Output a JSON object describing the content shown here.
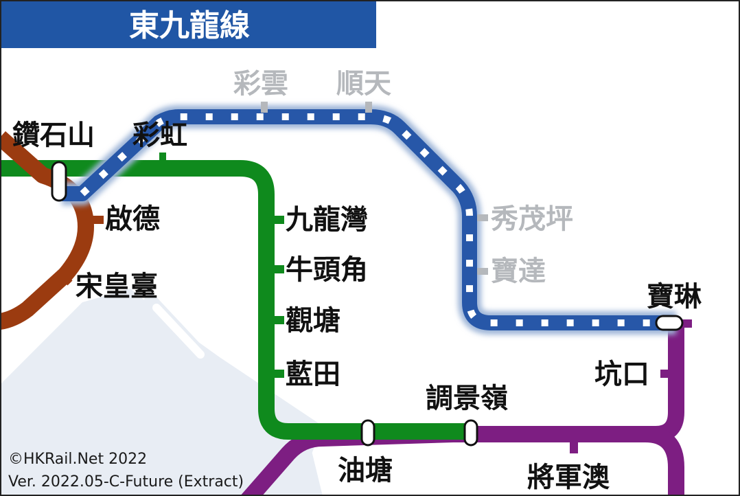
{
  "title": "東九龍線",
  "colors": {
    "title_bg": "#2056a5",
    "east_kowloon_line": "#2757a8",
    "kwun_tong_line": "#0f8a1d",
    "tseung_kwan_o_line": "#7d1e82",
    "tuen_ma_line": "#9b3b10",
    "future_station_label": "#b5b8bc",
    "water": "#e8edf4"
  },
  "stations": {
    "diamond_hill": "鑽石山",
    "choi_hung": "彩虹",
    "choi_wan": "彩雲",
    "shun_tin": "順天",
    "sau_mau_ping": "秀茂坪",
    "po_tat": "寶達",
    "po_lam": "寶琳",
    "hang_hau": "坑口",
    "kai_tak": "啟德",
    "sung_wong_toi": "宋皇臺",
    "kowloon_bay": "九龍灣",
    "ngau_tau_kok": "牛頭角",
    "kwun_tong": "觀塘",
    "lam_tin": "藍田",
    "yau_tong": "油塘",
    "tiu_keng_leng": "調景嶺",
    "tseung_kwan_o": "將軍澳"
  },
  "credit": {
    "copyright": "©HKRail.Net 2022",
    "version": "Ver. 2022.05-C-Future (Extract)"
  }
}
